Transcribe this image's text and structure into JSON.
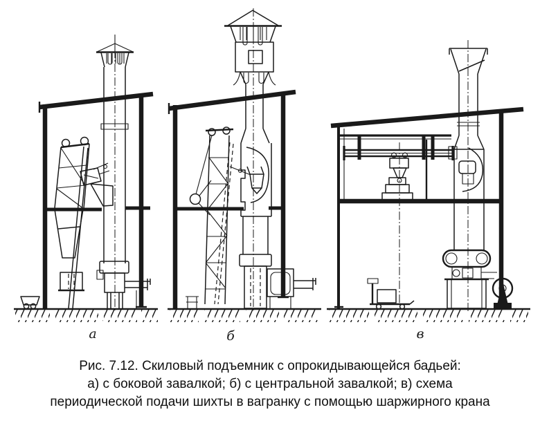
{
  "figure": {
    "panel_labels": {
      "a": "а",
      "b": "б",
      "v": "в"
    }
  },
  "caption": {
    "line1": "Рис. 7.12. Скиловый подъемник с опрокидывающейся бадьей:",
    "line2": "а) с боковой завалкой; б) с центральной завалкой; в) схема",
    "line3": "периодической подачи шихты в вагранку с помощью шаржирного крана"
  },
  "colors": {
    "ink": "#1a1a1a",
    "paper": "#ffffff"
  }
}
